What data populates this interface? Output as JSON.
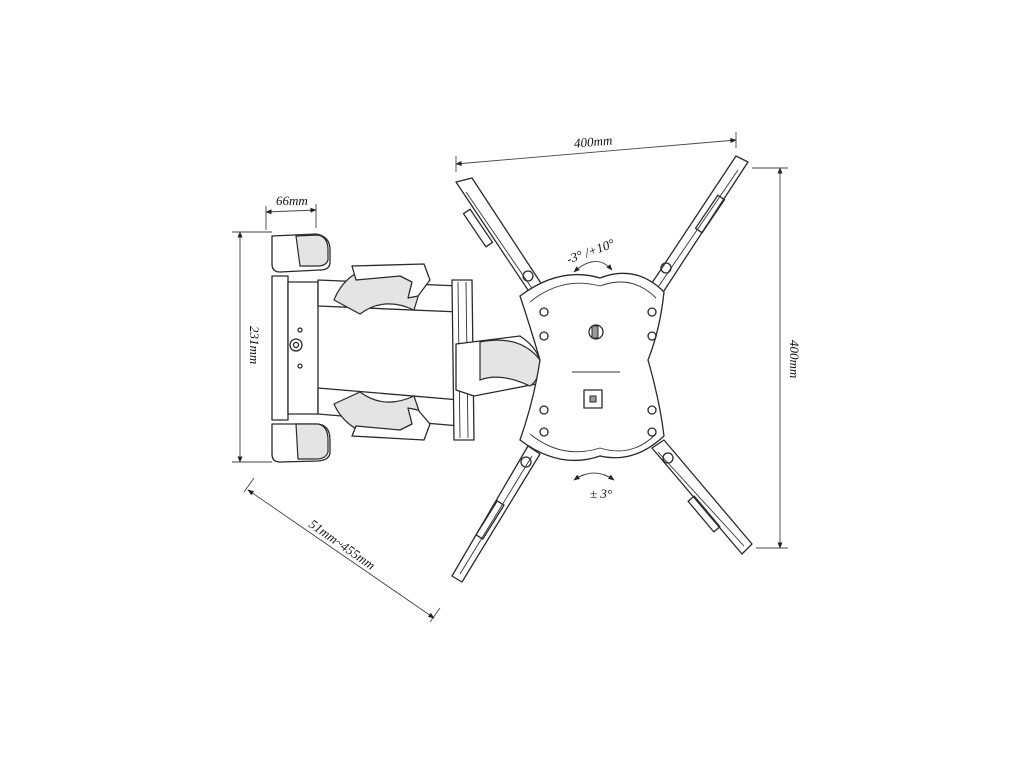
{
  "diagram": {
    "labels": {
      "plate_width": "400mm",
      "plate_height": "400mm",
      "wall_plate_depth": "66mm",
      "wall_plate_height": "231mm",
      "arm_extension": "51mm~455mm",
      "tilt": "-3° /+10°",
      "swivel": "± 3°"
    }
  }
}
